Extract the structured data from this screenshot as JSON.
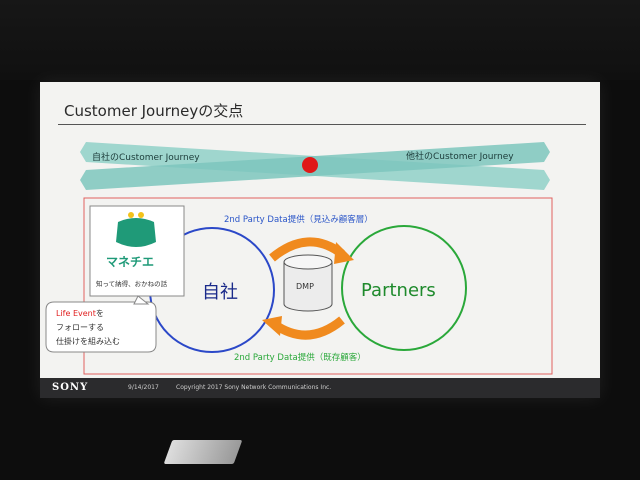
{
  "slide": {
    "title": "Customer Journeyの交点",
    "own_journey_label": "自社のCustomer Journey",
    "other_journey_label": "他社のCustomer Journey",
    "top_flow_label": "2nd Party Data提供（見込み顧客層）",
    "bottom_flow_label": "2nd Party Data提供（既存顧客）",
    "own_company_label": "自社",
    "partners_label": "Partners",
    "dmp_label": "DMP",
    "brand_name": "マネチエ",
    "brand_tagline": "知って納得、おかねの話",
    "callout_highlight": "Life Event",
    "callout_line1_suffix": "を",
    "callout_line2": "フォローする",
    "callout_line3": "仕掛けを組み込む"
  },
  "footer": {
    "logo": "SONY",
    "date": "9/14/2017",
    "copyright": "Copyright 2017 Sony Network Communications Inc."
  },
  "colors": {
    "journey_teal": "#8fd0c8",
    "intersection_red": "#e01818",
    "own_circle_blue": "#2b48c8",
    "partners_green": "#2aa83a",
    "flow_orange": "#f08a1e",
    "brand_green": "#1f9a78",
    "callout_red": "#e02020",
    "frame_red": "#e06060"
  }
}
